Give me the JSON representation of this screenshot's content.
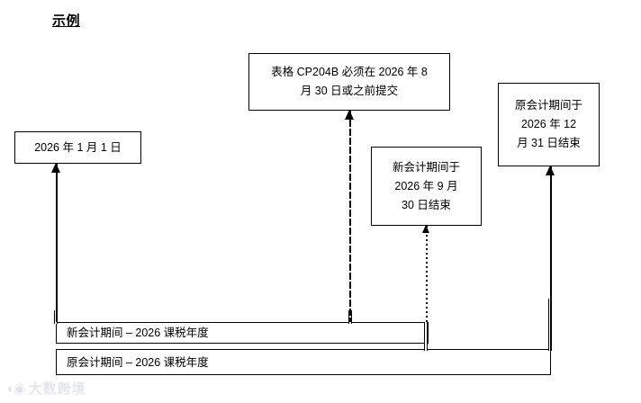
{
  "page": {
    "title": "示例",
    "background_color": "#ffffff",
    "line_color": "#000000"
  },
  "boxes": {
    "start_date": {
      "text": "2026 年 1 月 1 日",
      "lines": [
        "2026 年 1 月 1 日"
      ]
    },
    "cp204b_deadline": {
      "text": "表格 CP204B 必须在 2026 年 8 月 30 日或之前提交",
      "lines": [
        "表格 CP204B 必须在 2026 年 8",
        "月 30 日或之前提交"
      ]
    },
    "new_period_end": {
      "text": "新会计期间于 2026 年 9 月 30 日结束",
      "lines": [
        "新会计期间于",
        "2026 年 9 月",
        "30 日结束"
      ]
    },
    "old_period_end": {
      "text": "原会计期间于 2026 年 12 月 31 日结束",
      "lines": [
        "原会计期间于",
        "2026 年 12",
        "月 31 日结束"
      ]
    }
  },
  "bars": [
    {
      "name": "new-accounting-period-bar",
      "label": "新会计期间 – 2026 课税年度"
    },
    {
      "name": "old-accounting-period-bar",
      "label": "原会计期间 – 2026 课税年度"
    }
  ],
  "connectors": [
    {
      "name": "start-date-arrow",
      "style": "solid",
      "points_to": "start_date"
    },
    {
      "name": "cp204b-arrow",
      "style": "dash-dot-dot",
      "points_to": "cp204b_deadline"
    },
    {
      "name": "new-period-end-arrow",
      "style": "dotted",
      "points_to": "new_period_end"
    },
    {
      "name": "old-period-end-arrow",
      "style": "solid",
      "points_to": "old_period_end"
    }
  ],
  "watermark": {
    "logo": "◖◉",
    "text": "大数跨境"
  }
}
